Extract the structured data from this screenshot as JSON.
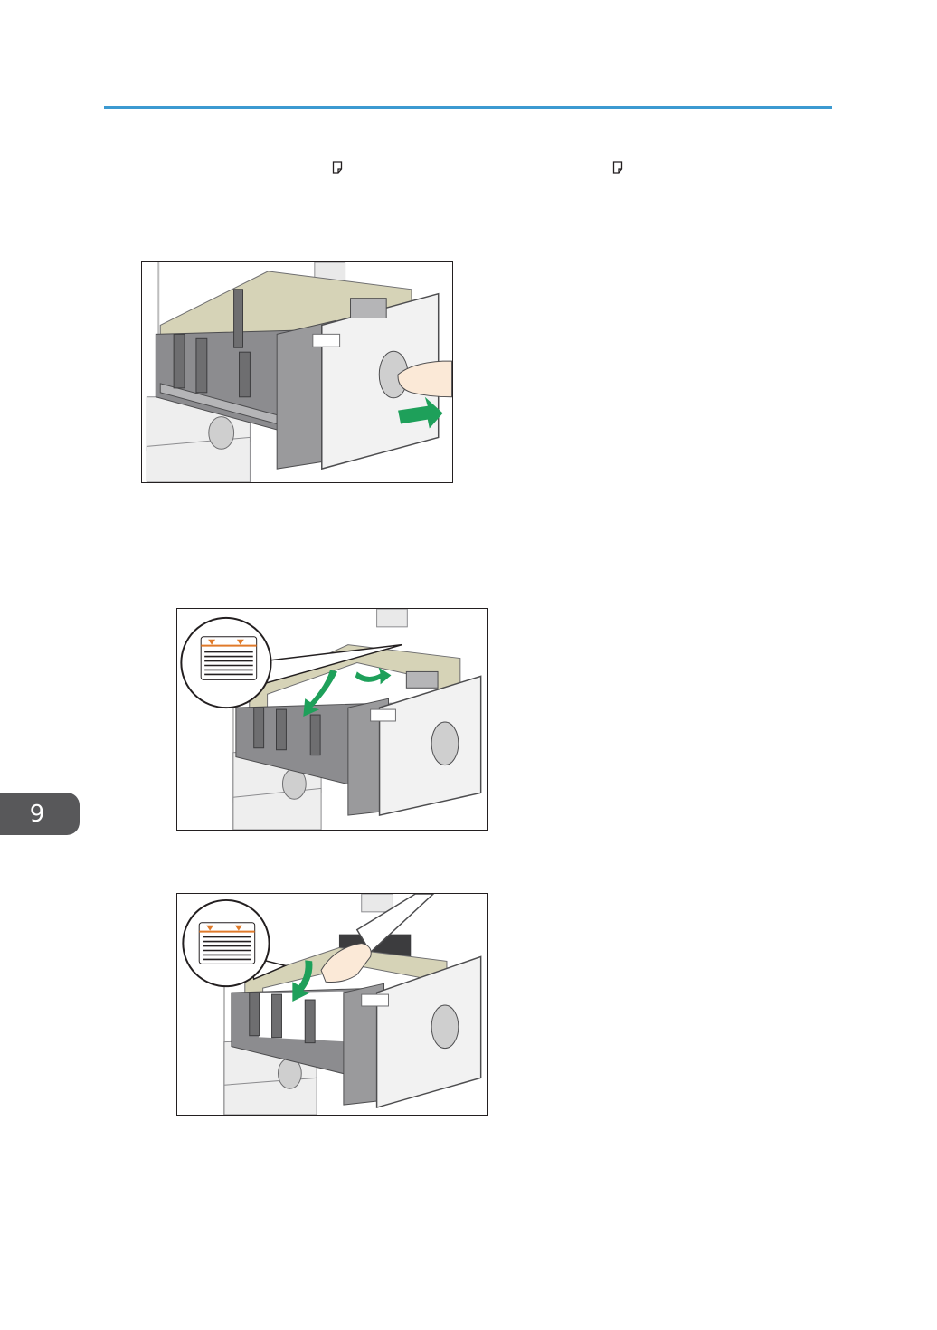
{
  "header": {
    "rule_color": "#3c9ad1"
  },
  "icons": [
    "paper-orientation-icon",
    "paper-orientation-icon"
  ],
  "figures": [
    {
      "name": "pull-out-tray-illustration"
    },
    {
      "name": "load-paper-illustration-1"
    },
    {
      "name": "load-paper-illustration-2"
    }
  ],
  "chapter_tab": {
    "label": "9",
    "color": "#58585a"
  },
  "colors": {
    "arrow": "#1ea05a",
    "tray_gray": "#8c8c8f",
    "tray_inner": "#d6d3b7",
    "limit_mark": "#e07a2a"
  }
}
